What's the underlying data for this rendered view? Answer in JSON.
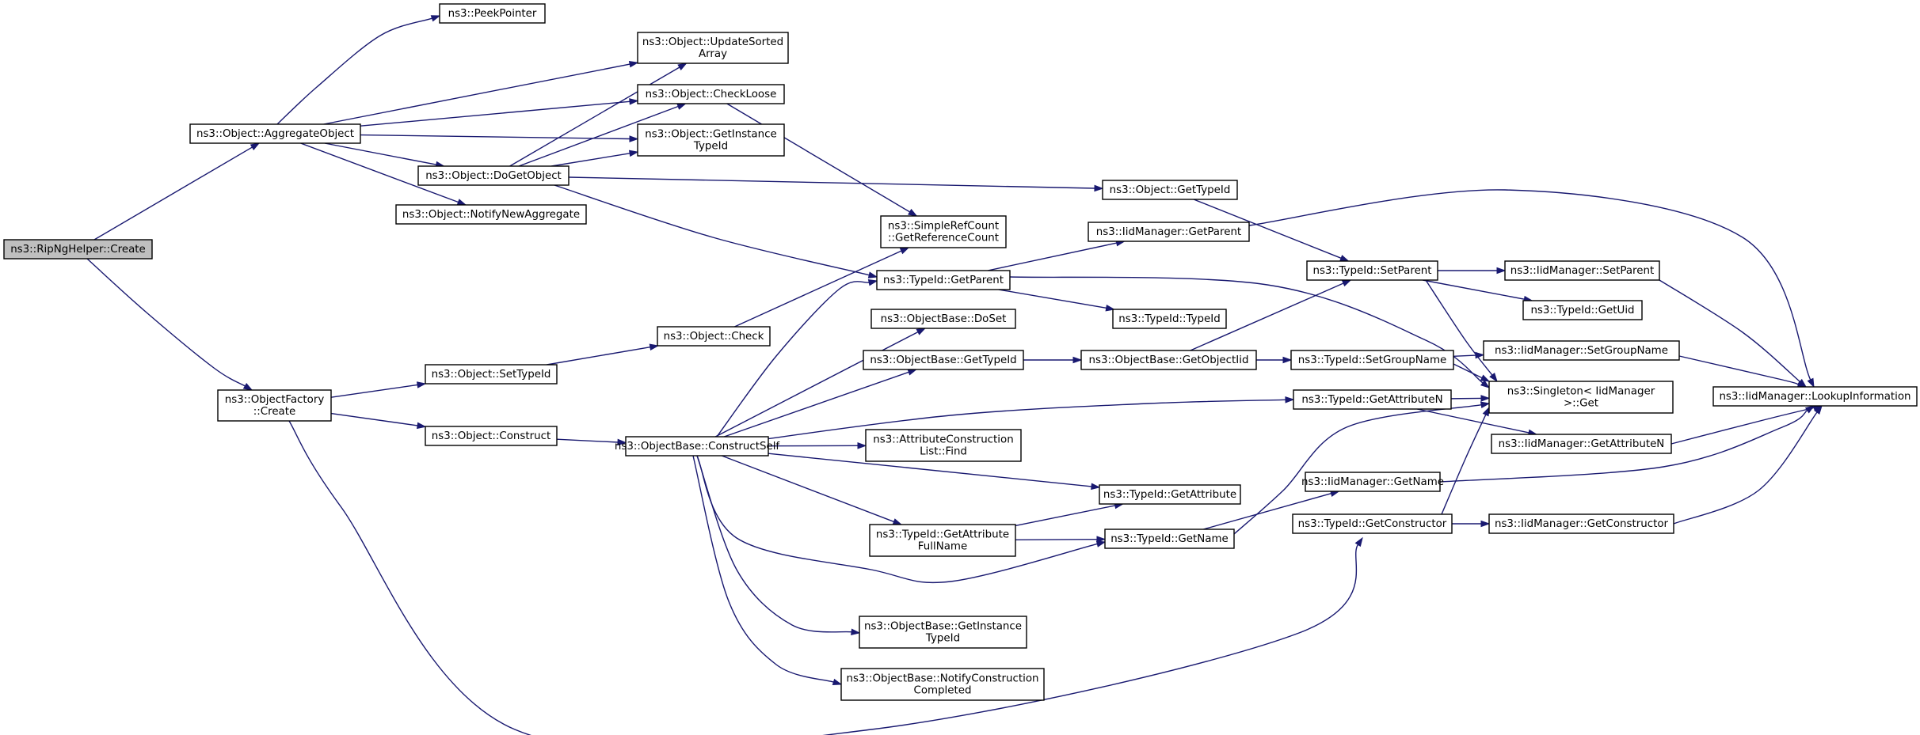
{
  "graph": {
    "title": "",
    "colors": {
      "edge": "#191970",
      "root_fill": "#bfbfbf",
      "node_fill": "#ffffff",
      "node_border": "#000000"
    },
    "nodes": [
      {
        "id": "rip_create",
        "label": [
          "ns3::RipNgHelper::Create"
        ],
        "root": true
      },
      {
        "id": "agg",
        "label": [
          "ns3::Object::AggregateObject"
        ]
      },
      {
        "id": "of_create",
        "label": [
          "ns3::ObjectFactory",
          "::Create"
        ]
      },
      {
        "id": "peek",
        "label": [
          "ns3::PeekPointer"
        ]
      },
      {
        "id": "update_sorted",
        "label": [
          "ns3::Object::UpdateSorted",
          "Array"
        ]
      },
      {
        "id": "check_loose",
        "label": [
          "ns3::Object::CheckLoose"
        ]
      },
      {
        "id": "get_inst_tid",
        "label": [
          "ns3::Object::GetInstance",
          "TypeId"
        ]
      },
      {
        "id": "do_get",
        "label": [
          "ns3::Object::DoGetObject"
        ]
      },
      {
        "id": "notify_new",
        "label": [
          "ns3::Object::NotifyNewAggregate"
        ]
      },
      {
        "id": "src_getref",
        "label": [
          "ns3::SimpleRefCount",
          "::GetReferenceCount"
        ]
      },
      {
        "id": "obj_gettid",
        "label": [
          "ns3::Object::GetTypeId"
        ]
      },
      {
        "id": "iid_getparent",
        "label": [
          "ns3::IidManager::GetParent"
        ]
      },
      {
        "id": "tid_getparent",
        "label": [
          "ns3::TypeId::GetParent"
        ]
      },
      {
        "id": "tid_typeid",
        "label": [
          "ns3::TypeId::TypeId"
        ]
      },
      {
        "id": "ob_doset",
        "label": [
          "ns3::ObjectBase::DoSet"
        ]
      },
      {
        "id": "obj_check",
        "label": [
          "ns3::Object::Check"
        ]
      },
      {
        "id": "obj_settid",
        "label": [
          "ns3::Object::SetTypeId"
        ]
      },
      {
        "id": "ob_gettid",
        "label": [
          "ns3::ObjectBase::GetTypeId"
        ]
      },
      {
        "id": "ob_getobjtid",
        "label": [
          "ns3::ObjectBase::GetObjectIid"
        ]
      },
      {
        "id": "obj_construct",
        "label": [
          "ns3::Object::Construct"
        ]
      },
      {
        "id": "ob_constructself",
        "label": [
          "ns3::ObjectBase::ConstructSelf"
        ]
      },
      {
        "id": "acl_find",
        "label": [
          "ns3::AttributeConstruction",
          "List::Find"
        ]
      },
      {
        "id": "tid_getattr",
        "label": [
          "ns3::TypeId::GetAttribute"
        ]
      },
      {
        "id": "tid_getattrfull",
        "label": [
          "ns3::TypeId::GetAttribute",
          "FullName"
        ]
      },
      {
        "id": "tid_getname",
        "label": [
          "ns3::TypeId::GetName"
        ]
      },
      {
        "id": "ob_getinsttid",
        "label": [
          "ns3::ObjectBase::GetInstance",
          "TypeId"
        ]
      },
      {
        "id": "ob_notifycc",
        "label": [
          "ns3::ObjectBase::NotifyConstruction",
          "Completed"
        ]
      },
      {
        "id": "tid_setparent",
        "label": [
          "ns3::TypeId::SetParent"
        ]
      },
      {
        "id": "tid_setgroup",
        "label": [
          "ns3::TypeId::SetGroupName"
        ]
      },
      {
        "id": "tid_getattrn",
        "label": [
          "ns3::TypeId::GetAttributeN"
        ]
      },
      {
        "id": "iid_getname",
        "label": [
          "ns3::IidManager::GetName"
        ]
      },
      {
        "id": "tid_getctor",
        "label": [
          "ns3::TypeId::GetConstructor"
        ]
      },
      {
        "id": "iid_setparent",
        "label": [
          "ns3::IidManager::SetParent"
        ]
      },
      {
        "id": "tid_getuid",
        "label": [
          "ns3::TypeId::GetUid"
        ]
      },
      {
        "id": "iid_setgroup",
        "label": [
          "ns3::IidManager::SetGroupName"
        ]
      },
      {
        "id": "singleton_get",
        "label": [
          "ns3::Singleton< IidManager",
          " >::Get"
        ]
      },
      {
        "id": "iid_getattrn",
        "label": [
          "ns3::IidManager::GetAttributeN"
        ]
      },
      {
        "id": "iid_getctor",
        "label": [
          "ns3::IidManager::GetConstructor"
        ]
      },
      {
        "id": "iid_lookup",
        "label": [
          "ns3::IidManager::LookupInformation"
        ]
      }
    ],
    "edges": [
      [
        "rip_create",
        "agg"
      ],
      [
        "rip_create",
        "of_create"
      ],
      [
        "agg",
        "peek"
      ],
      [
        "agg",
        "update_sorted"
      ],
      [
        "agg",
        "check_loose"
      ],
      [
        "agg",
        "get_inst_tid"
      ],
      [
        "agg",
        "do_get"
      ],
      [
        "agg",
        "notify_new"
      ],
      [
        "do_get",
        "update_sorted"
      ],
      [
        "do_get",
        "check_loose"
      ],
      [
        "do_get",
        "get_inst_tid"
      ],
      [
        "do_get",
        "obj_gettid"
      ],
      [
        "do_get",
        "tid_getparent"
      ],
      [
        "check_loose",
        "src_getref"
      ],
      [
        "obj_gettid",
        "tid_setparent"
      ],
      [
        "tid_getparent",
        "iid_getparent"
      ],
      [
        "tid_getparent",
        "tid_typeid"
      ],
      [
        "tid_getparent",
        "singleton_get"
      ],
      [
        "iid_getparent",
        "iid_lookup"
      ],
      [
        "of_create",
        "obj_settid"
      ],
      [
        "of_create",
        "obj_construct"
      ],
      [
        "of_create",
        "tid_getctor"
      ],
      [
        "obj_settid",
        "obj_check"
      ],
      [
        "obj_check",
        "src_getref"
      ],
      [
        "obj_construct",
        "ob_constructself"
      ],
      [
        "ob_constructself",
        "tid_getparent"
      ],
      [
        "ob_constructself",
        "ob_doset"
      ],
      [
        "ob_constructself",
        "ob_gettid"
      ],
      [
        "ob_constructself",
        "tid_getattrn"
      ],
      [
        "ob_constructself",
        "acl_find"
      ],
      [
        "ob_constructself",
        "tid_getattr"
      ],
      [
        "ob_constructself",
        "tid_getattrfull"
      ],
      [
        "ob_constructself",
        "tid_getname"
      ],
      [
        "ob_constructself",
        "ob_getinsttid"
      ],
      [
        "ob_constructself",
        "ob_notifycc"
      ],
      [
        "ob_gettid",
        "ob_getobjtid"
      ],
      [
        "ob_getobjtid",
        "tid_setparent"
      ],
      [
        "ob_getobjtid",
        "tid_setgroup"
      ],
      [
        "tid_getattrfull",
        "tid_getattr"
      ],
      [
        "tid_getattrfull",
        "tid_getname"
      ],
      [
        "tid_getname",
        "iid_getname"
      ],
      [
        "tid_getname",
        "singleton_get"
      ],
      [
        "tid_setparent",
        "iid_setparent"
      ],
      [
        "tid_setparent",
        "tid_getuid"
      ],
      [
        "tid_setparent",
        "singleton_get"
      ],
      [
        "tid_setgroup",
        "iid_setgroup"
      ],
      [
        "tid_setgroup",
        "singleton_get"
      ],
      [
        "tid_getattrn",
        "singleton_get"
      ],
      [
        "tid_getattrn",
        "iid_getattrn"
      ],
      [
        "tid_getctor",
        "singleton_get"
      ],
      [
        "tid_getctor",
        "iid_getctor"
      ],
      [
        "iid_getname",
        "iid_lookup"
      ],
      [
        "iid_setparent",
        "iid_lookup"
      ],
      [
        "iid_setgroup",
        "iid_lookup"
      ],
      [
        "iid_getattrn",
        "iid_lookup"
      ],
      [
        "iid_getctor",
        "iid_lookup"
      ]
    ]
  }
}
